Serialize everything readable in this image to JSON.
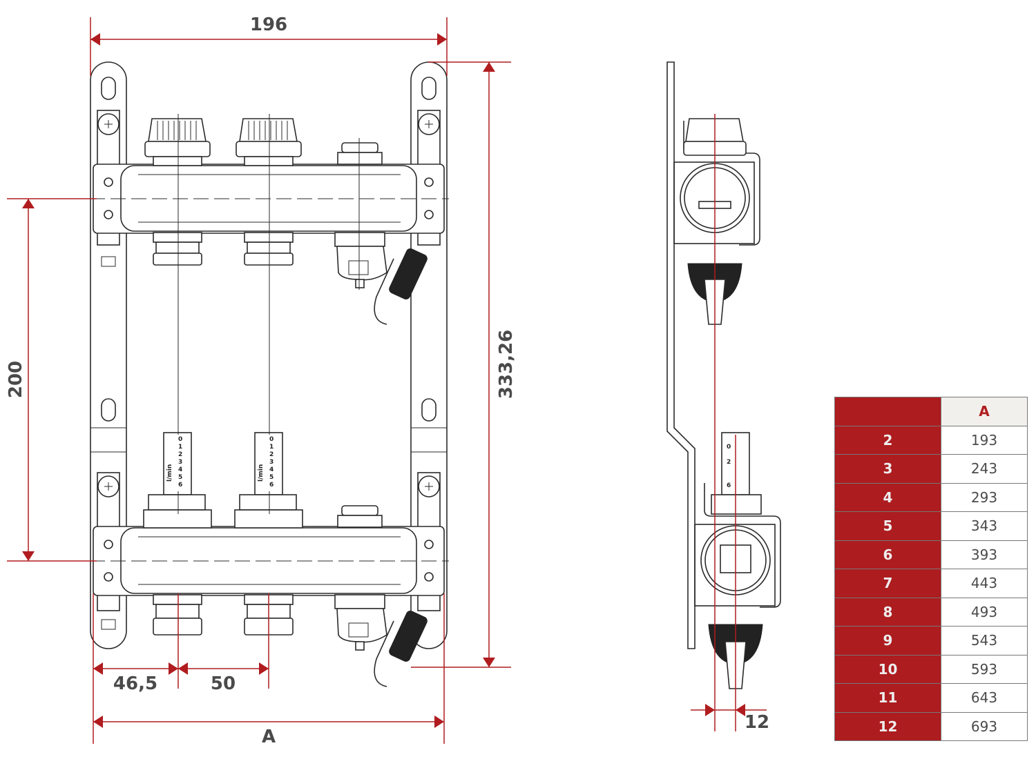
{
  "front_view": {
    "dim_width_top": "196",
    "dim_height_total": "333,26",
    "dim_bar_spacing": "200",
    "dim_first_outlet": "46,5",
    "dim_outlet_pitch": "50",
    "dim_total_width": "A",
    "flowmeter_unit": "l/min",
    "flowmeter_scale": [
      "0",
      "1",
      "2",
      "3",
      "4",
      "5",
      "6"
    ]
  },
  "side_view": {
    "dim_offset": "12"
  },
  "table": {
    "header_key": "",
    "header_value": "A",
    "rows": [
      {
        "key": "2",
        "value": "193"
      },
      {
        "key": "3",
        "value": "243"
      },
      {
        "key": "4",
        "value": "293"
      },
      {
        "key": "5",
        "value": "343"
      },
      {
        "key": "6",
        "value": "393"
      },
      {
        "key": "7",
        "value": "443"
      },
      {
        "key": "8",
        "value": "493"
      },
      {
        "key": "9",
        "value": "543"
      },
      {
        "key": "10",
        "value": "593"
      },
      {
        "key": "11",
        "value": "643"
      },
      {
        "key": "12",
        "value": "693"
      }
    ]
  },
  "colors": {
    "accent": "#b01c1f",
    "table_header": "#f2f0ec"
  }
}
